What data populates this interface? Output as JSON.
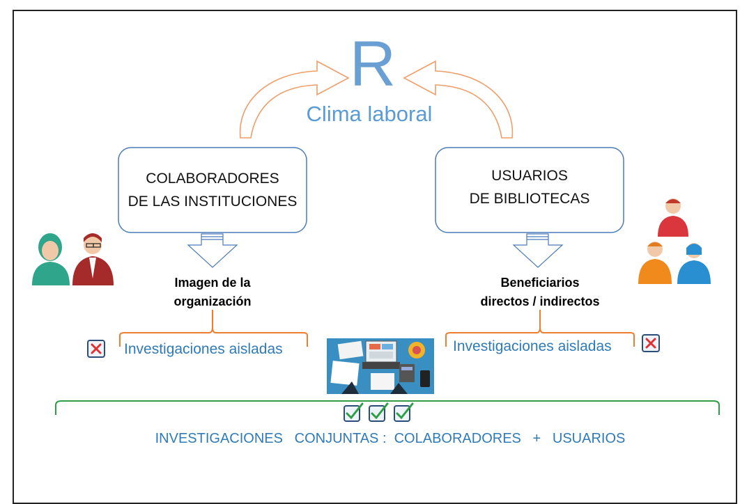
{
  "top": {
    "letter": "R",
    "subtitle": "Clima laboral"
  },
  "left_box": {
    "line1": "COLABORADORES",
    "line2": "DE LAS INSTITUCIONES"
  },
  "right_box": {
    "line1": "USUARIOS",
    "line2": "DE BIBLIOTECAS"
  },
  "left_result": {
    "line1": "Imagen de la",
    "line2": "organización"
  },
  "right_result": {
    "line1": "Beneficiarios",
    "line2": "directos / indirectos"
  },
  "left_bracket_text": "Investigaciones aisladas",
  "right_bracket_text": "Investigaciones aisladas",
  "bottom_text": "INVESTIGACIONES   CONJUNTAS :  COLABORADORES   +   USUARIOS",
  "colors": {
    "accent_blue": "#5b9bd5",
    "orange": "#ed7d31",
    "green": "#2e9e46",
    "red": "#e03030",
    "box_border": "#4a7bb7"
  },
  "icons": [
    "curved-arrow-icon",
    "down-arrow-icon",
    "x-checkbox-icon",
    "check-checkbox-icon",
    "people-icon",
    "desk-illustration-icon"
  ]
}
